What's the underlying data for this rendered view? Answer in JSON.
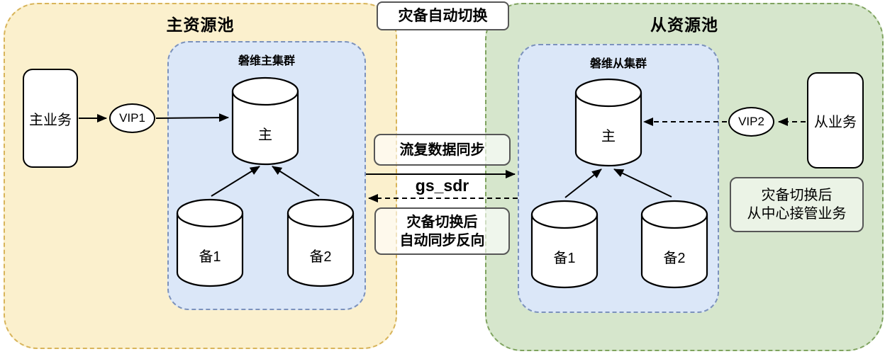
{
  "diagram": {
    "type": "disaster-recovery-architecture"
  },
  "colors": {
    "primary_pool_fill": "#fbf0cd",
    "primary_pool_border": "#d8b45a",
    "secondary_pool_fill": "#d6e6cc",
    "secondary_pool_border": "#7fa35f",
    "cluster_fill": "#dbe7f8",
    "cluster_border": "#7c92bc",
    "node_fill": "#ffffff",
    "node_border": "#000000",
    "label_box_border": "#565656"
  },
  "pools": {
    "primary": {
      "title": "主资源池"
    },
    "secondary": {
      "title": "从资源池"
    }
  },
  "clusters": {
    "primary": {
      "title": "磐维主集群",
      "nodes": {
        "main": "主",
        "standby1": "备1",
        "standby2": "备2"
      }
    },
    "secondary": {
      "title": "磐维从集群",
      "nodes": {
        "main": "主",
        "standby1": "备1",
        "standby2": "备2"
      }
    }
  },
  "nodes": {
    "primary_business": "主业务",
    "vip1": "VIP1",
    "secondary_business": "从业务",
    "vip2": "VIP2"
  },
  "labels": {
    "auto_switch": "灾备自动切换",
    "stream_sync": "流复数据同步",
    "gs_sdr": "gs_sdr",
    "reverse_sync": [
      "灾备切换后",
      "自动同步反向"
    ],
    "takeover": [
      "灾备切换后",
      "从中心接管业务"
    ]
  }
}
